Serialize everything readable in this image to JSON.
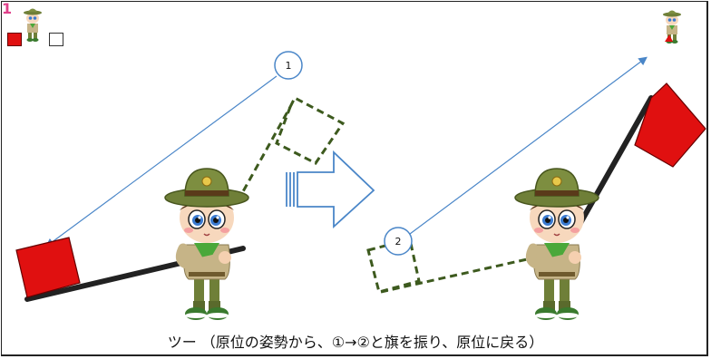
{
  "page_number": "1",
  "step_label_1": "1",
  "step_label_2": "2",
  "caption": "ツー （原位の姿勢から、①→②と旗を振り、原位に戻る）",
  "colors": {
    "flag_red": "#e01010",
    "guide_blue": "#4a86c8",
    "dashed_green": "#3d5a1e",
    "hat_olive": "#6f7f38",
    "uniform_tan": "#c6b487",
    "neckerchief_green": "#4aa83a"
  },
  "icons": {
    "arrow": "block-right-arrow",
    "scout": "scout-boy-character"
  }
}
